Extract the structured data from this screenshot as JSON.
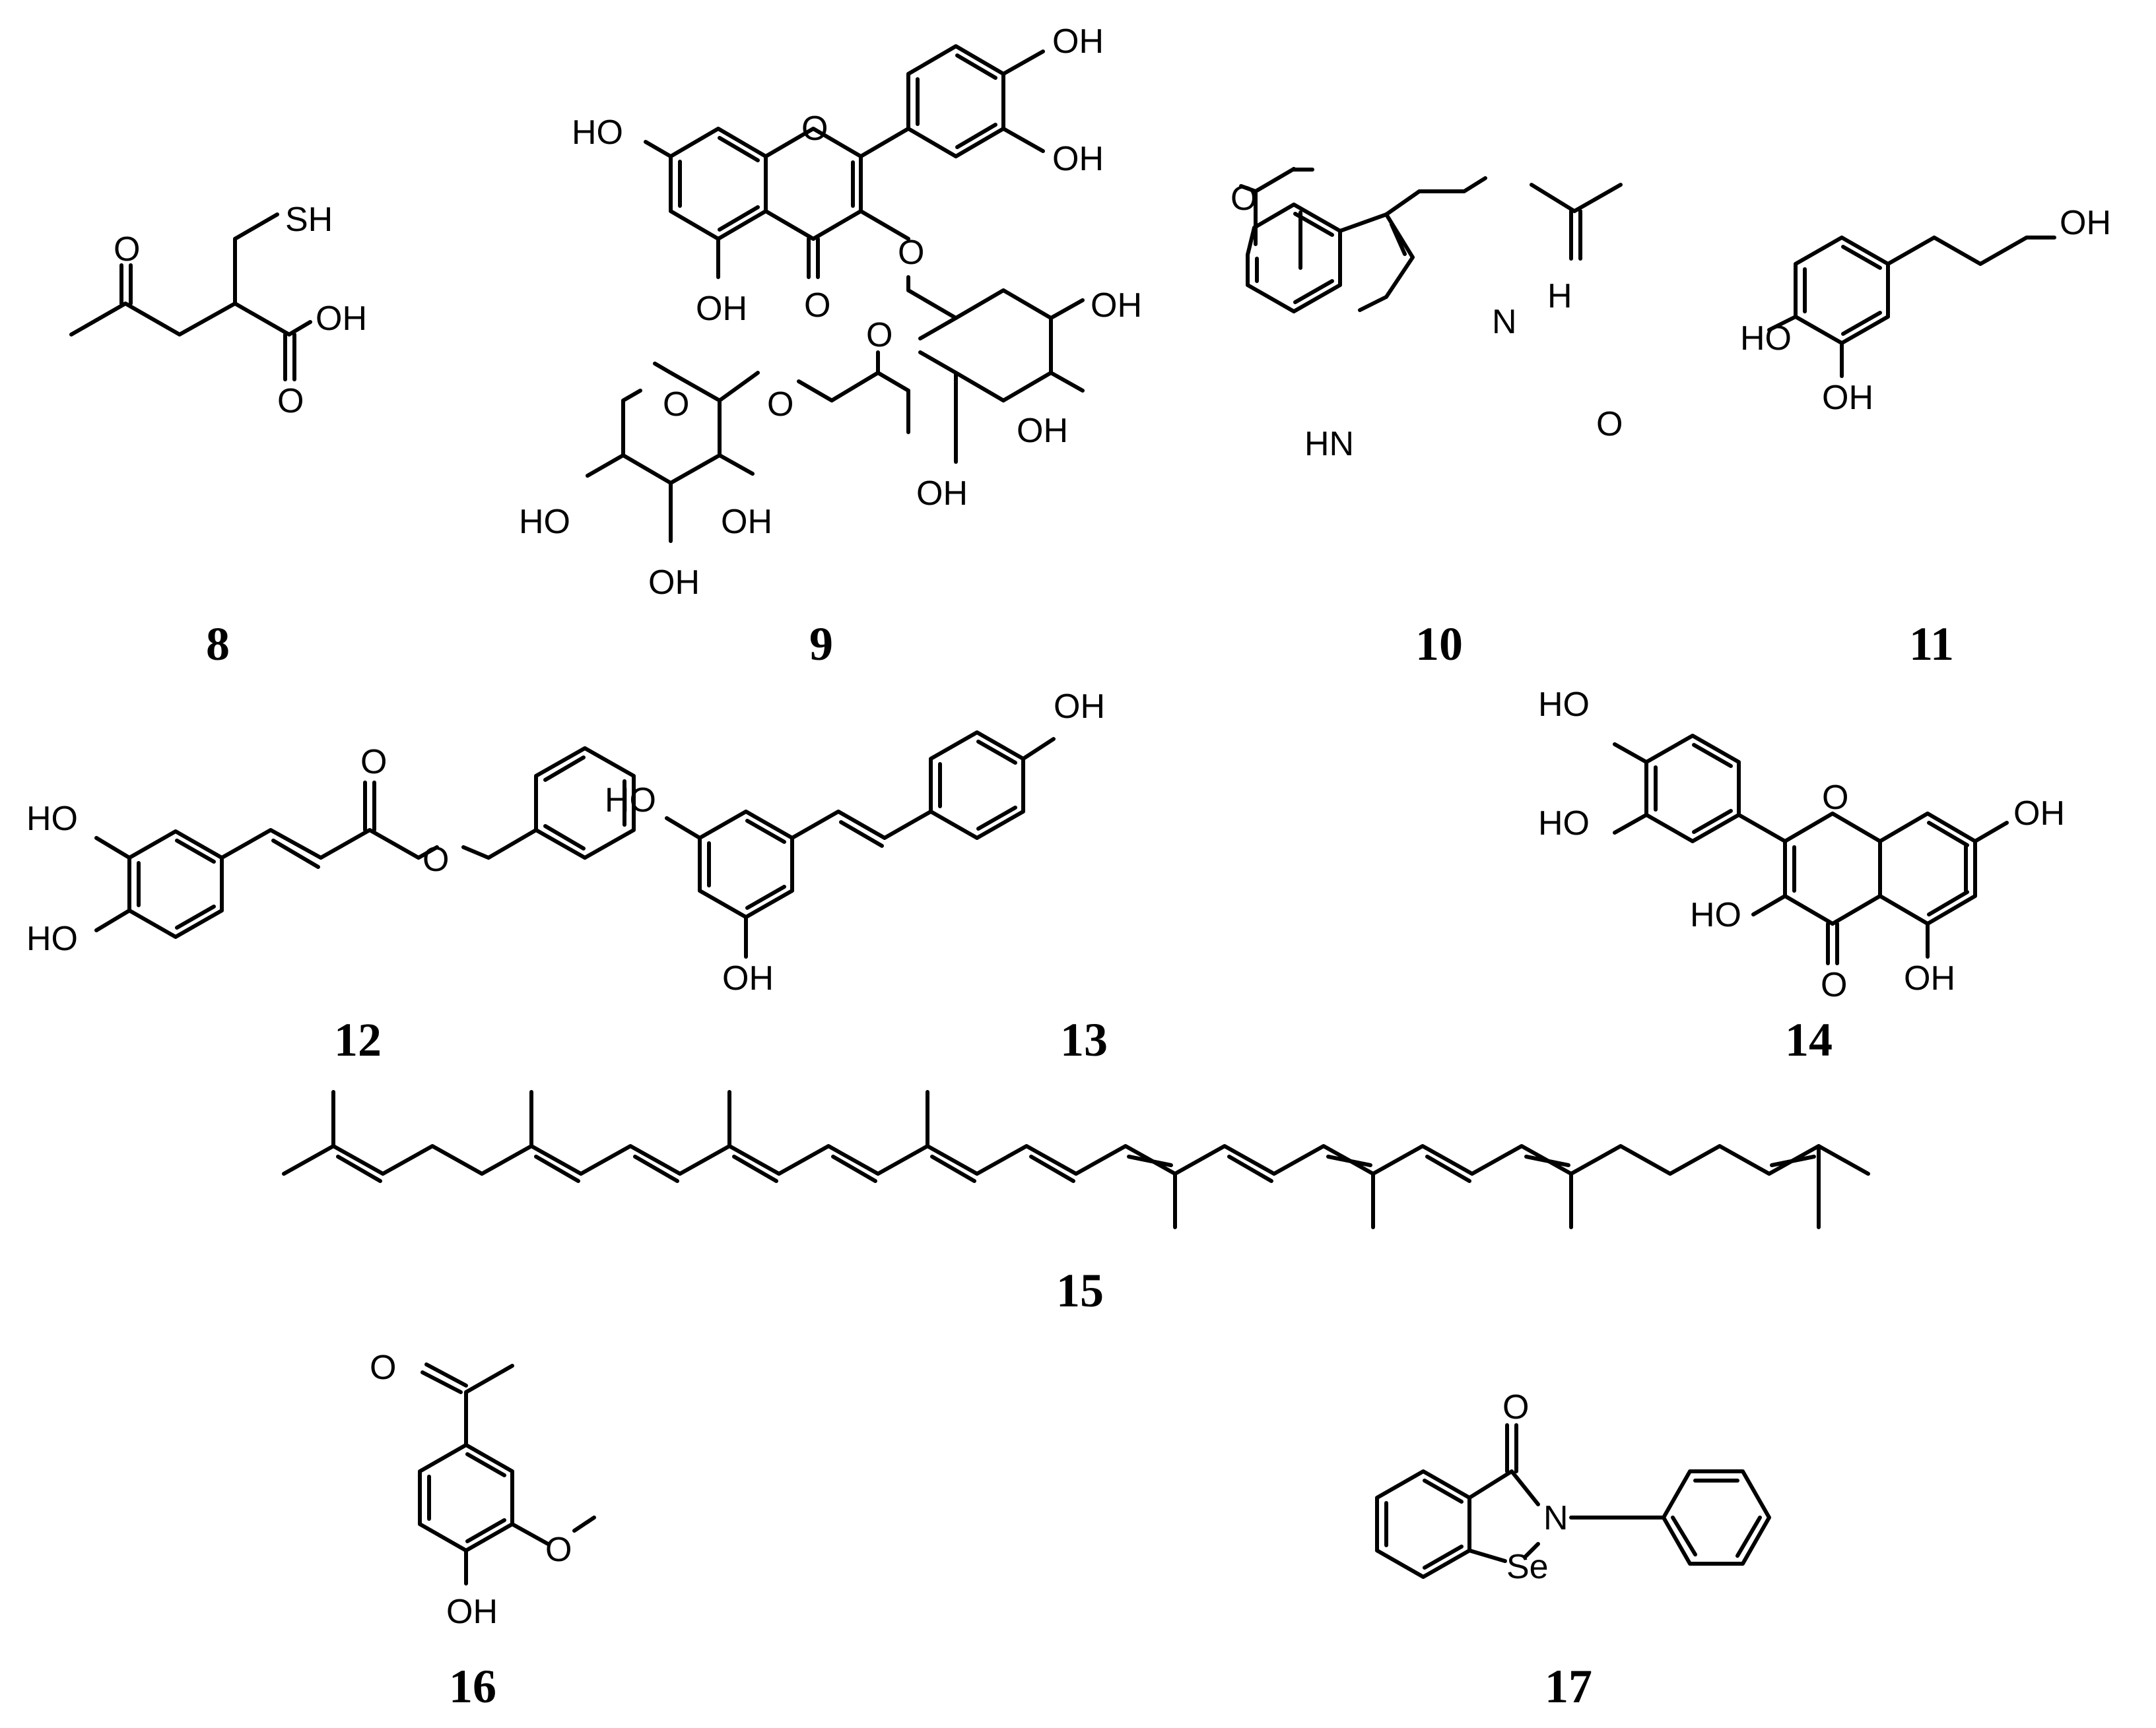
{
  "figure": {
    "compounds": [
      {
        "number": "8",
        "labels": [
          "SH",
          "O",
          "OH",
          "O"
        ]
      },
      {
        "number": "9",
        "labels": [
          "HO",
          "O",
          "OH",
          "OH",
          "OH",
          "O",
          "O",
          "O",
          "OH",
          "O",
          "O",
          "OH",
          "OH",
          "HO",
          "OH",
          "OH"
        ]
      },
      {
        "number": "10",
        "labels": [
          "O",
          "H",
          "N",
          "HN",
          "O"
        ]
      },
      {
        "number": "11",
        "labels": [
          "OH",
          "HO",
          "OH"
        ]
      },
      {
        "number": "12",
        "labels": [
          "HO",
          "HO",
          "O",
          "O"
        ]
      },
      {
        "number": "13",
        "labels": [
          "OH",
          "HO",
          "OH"
        ]
      },
      {
        "number": "14",
        "labels": [
          "HO",
          "HO",
          "O",
          "OH",
          "HO",
          "O",
          "OH"
        ]
      },
      {
        "number": "15",
        "labels": []
      },
      {
        "number": "16",
        "labels": [
          "O",
          "O",
          "OH"
        ]
      },
      {
        "number": "17",
        "labels": [
          "O",
          "N",
          "Se"
        ]
      }
    ]
  }
}
